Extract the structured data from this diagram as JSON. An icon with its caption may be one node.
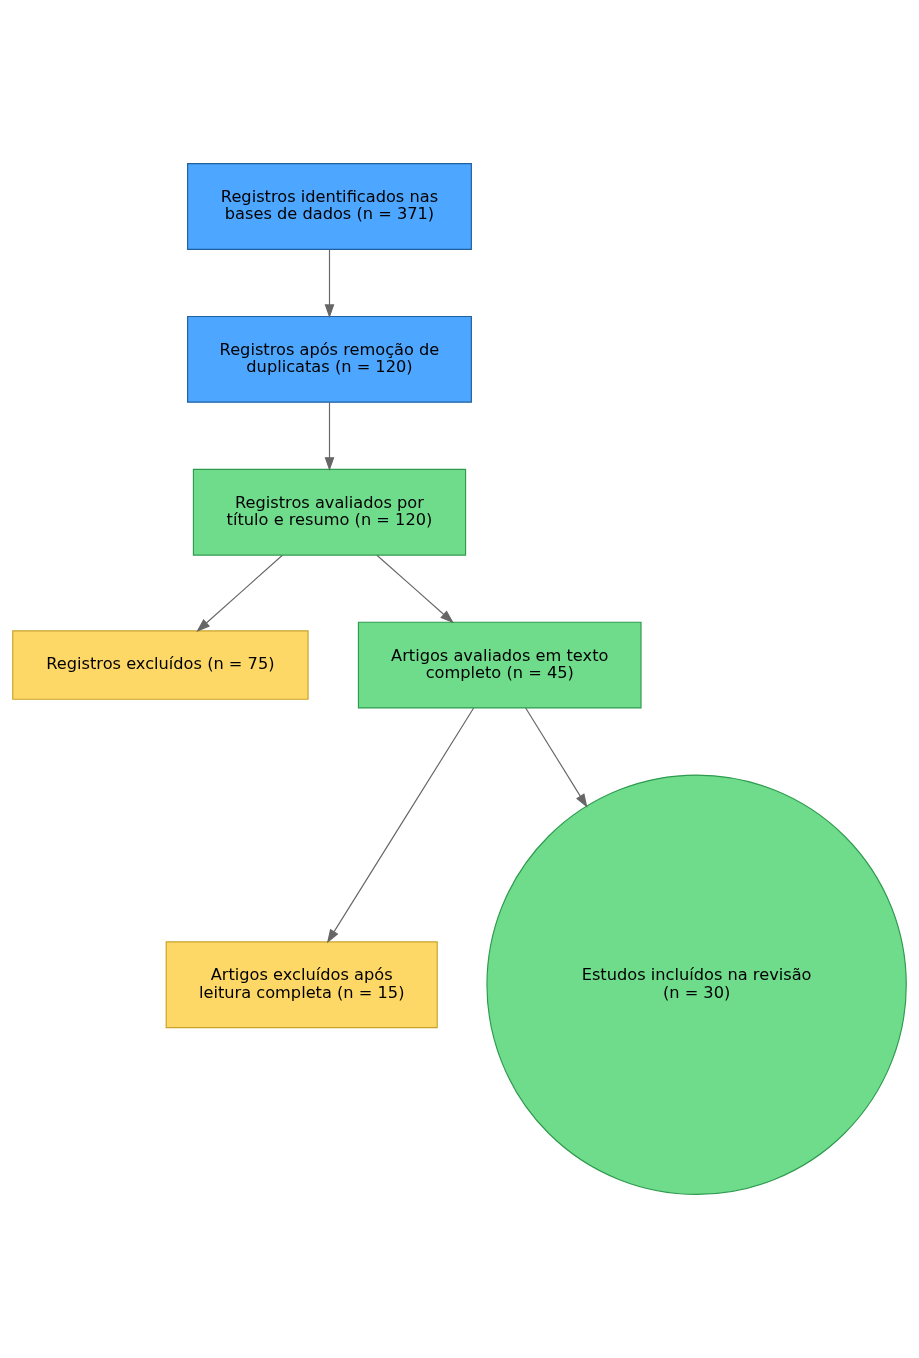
{
  "diagram": {
    "nodes": [
      {
        "text": [
          "Registros identificados nas bases de dados (n = 371)"
        ]
      },
      {
        "text": [
          "Registros após remoção de duplicatas (n = 120)"
        ]
      },
      {
        "text": [
          "Registros avaliados por título e resumo (n = 120)"
        ]
      },
      {
        "text": [
          "Registros excluídos (n = 75)"
        ]
      },
      {
        "text": [
          "Artigos avaliados em texto completo (n = 45)"
        ]
      },
      {
        "text": [
          "Artigos excluídos após leitura completa (n = 15)"
        ]
      },
      {
        "text": [
          "Estudos incluídos na revisão (n = 30)"
        ]
      }
    ],
    "edges": [
      {
        "from": 0,
        "to": 1,
        "arrow": "to"
      },
      {
        "from": 1,
        "to": 2,
        "arrow": "to"
      },
      {
        "from": 2,
        "to": 3,
        "arrow": "to"
      },
      {
        "from": 2,
        "to": 4,
        "arrow": "to"
      },
      {
        "from": 4,
        "to": 5,
        "arrow": "to"
      },
      {
        "from": 4,
        "to": 6,
        "arrow": "to"
      }
    ]
  }
}
